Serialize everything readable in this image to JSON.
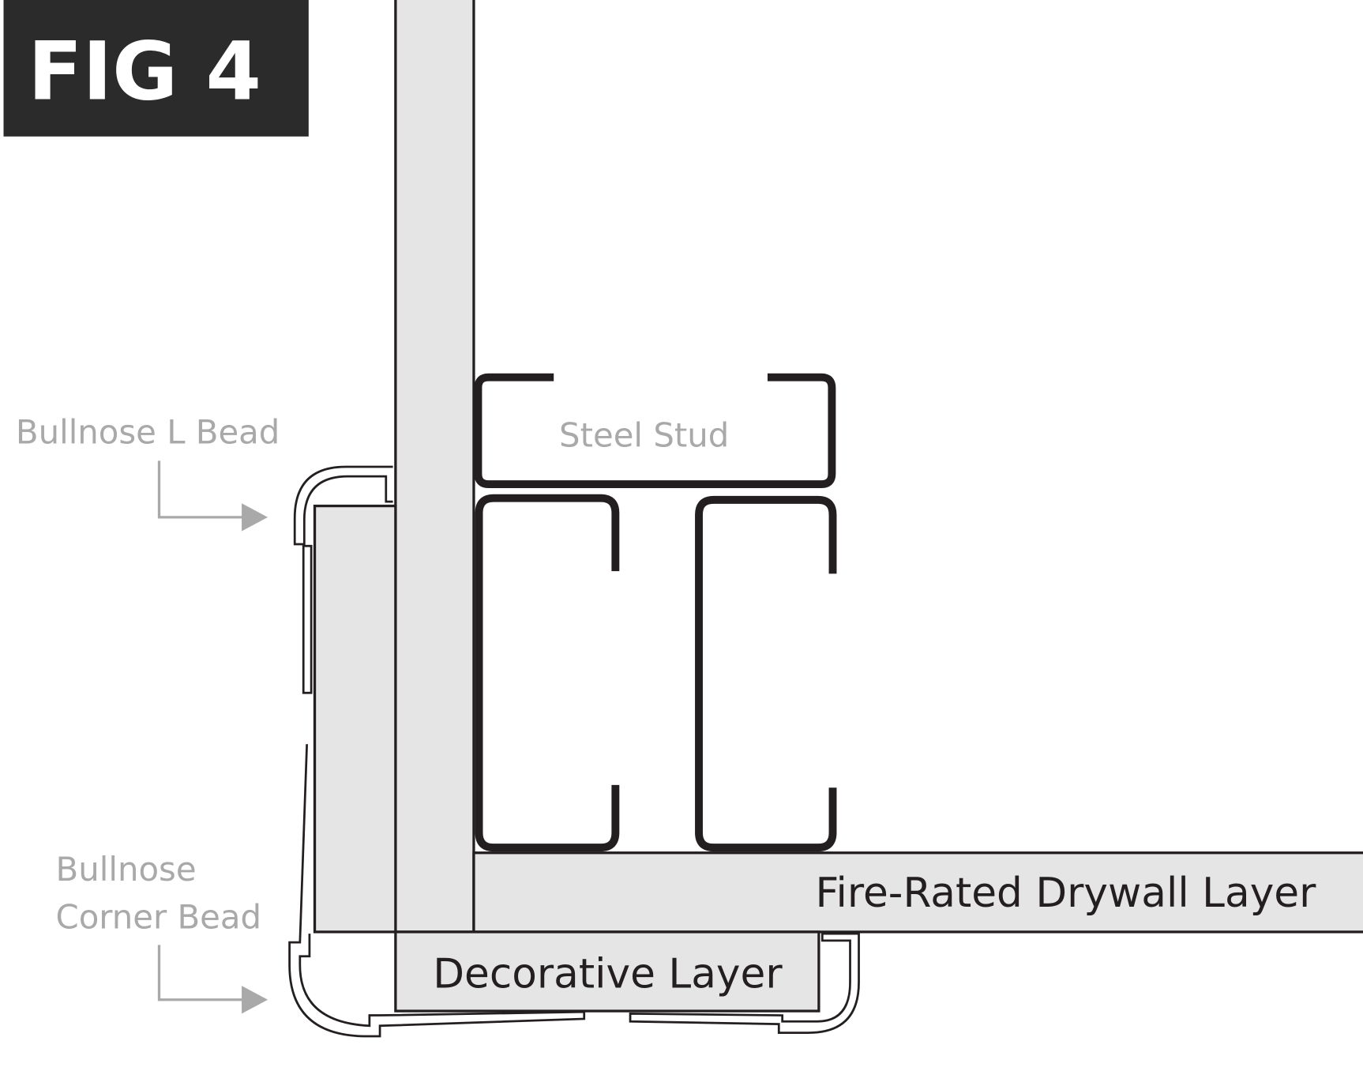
{
  "figure_label": "FIG 4",
  "labels": {
    "bullnose_l_bead": "Bullnose L Bead",
    "bullnose_corner_bead_line1": "Bullnose",
    "bullnose_corner_bead_line2": "Corner Bead",
    "steel_stud": "Steel Stud",
    "fire_rated_drywall": "Fire-Rated Drywall Layer",
    "decorative_layer": "Decorative Layer"
  },
  "colors": {
    "board_fill": "#e5e5e5",
    "label_gray": "#a9a9a9",
    "ink": "#231f20",
    "fig_box": "#2b2b2b"
  }
}
